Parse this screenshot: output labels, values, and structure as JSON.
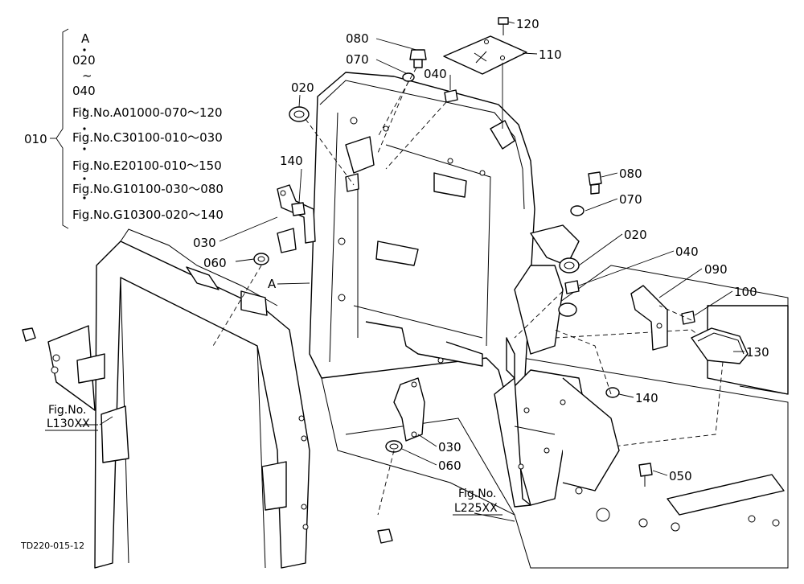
{
  "drawing_id": "TD220-015-12",
  "main_part": {
    "number": "010",
    "assembly_letter": "A"
  },
  "assembly_list": {
    "lines": [
      "A",
      "020",
      "~",
      "040",
      "Fig.No.A01000-070～120",
      "Fig.No.C30100-010～030",
      "Fig.No.E20100-010～150",
      "Fig.No.G10100-030～080",
      "Fig.No.G10300-020～140"
    ]
  },
  "assembly_marker": "A",
  "callouts": [
    "120",
    "110",
    "080",
    "070",
    "040",
    "020",
    "140",
    "030",
    "060",
    "080",
    "070",
    "020",
    "040",
    "090",
    "100",
    "130",
    "140",
    "030",
    "060",
    "050"
  ],
  "figure_refs": [
    {
      "line1": "Fig.No.",
      "line2": "L130XX"
    },
    {
      "line1": "Fig.No.",
      "line2": "L225XX"
    }
  ]
}
